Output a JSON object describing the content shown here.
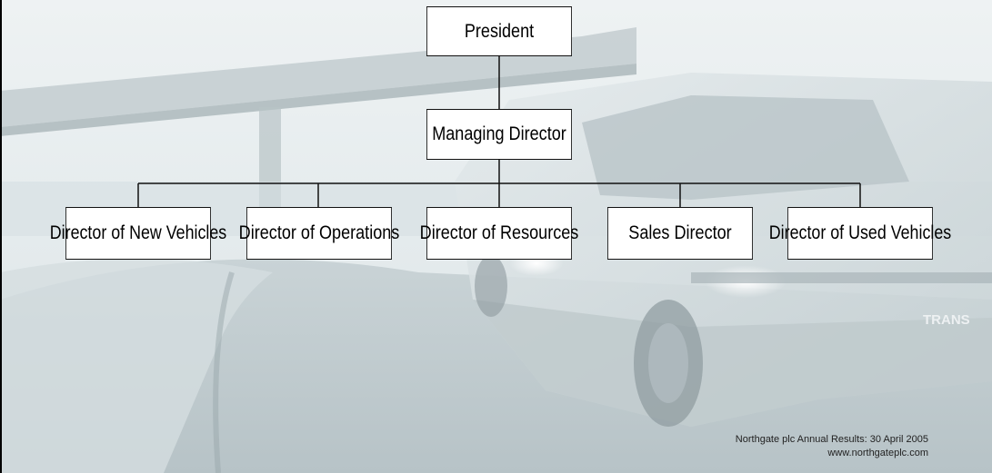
{
  "org_chart": {
    "top": "President",
    "second": "Managing Director",
    "directors": [
      "Director of New Vehicles",
      "Director of Operations",
      "Director of Resources",
      "Sales Director",
      "Director of Used Vehicles"
    ]
  },
  "background": {
    "van_badge_text": "TRANS"
  },
  "footer": {
    "line1": "Northgate plc Annual Results: 30 April 2005",
    "line2": "www.northgateplc.com"
  }
}
